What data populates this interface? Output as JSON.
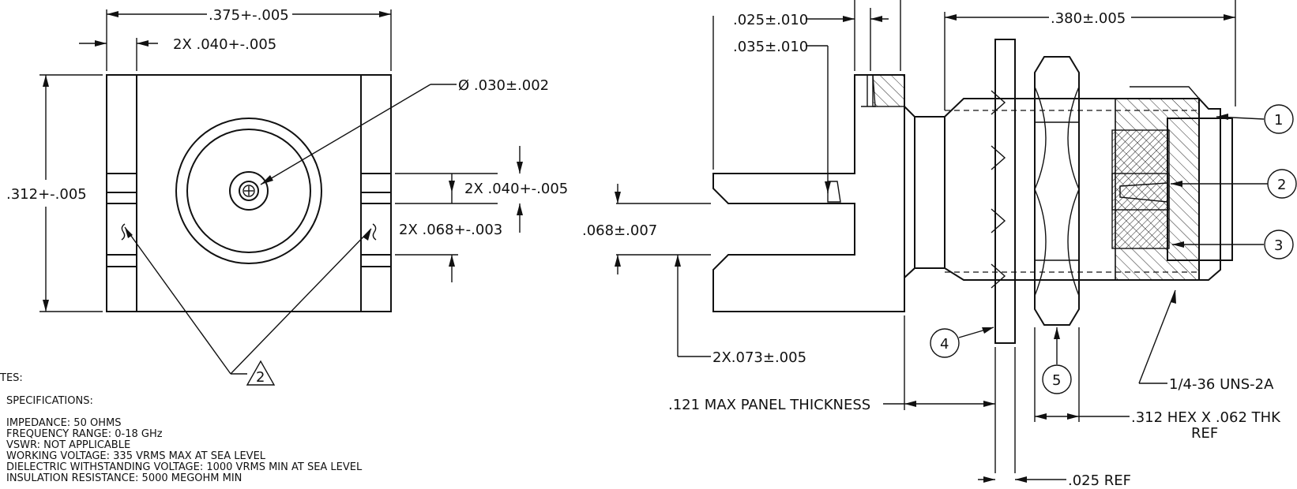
{
  "dimensions": {
    "overall_width": ".375+-.005",
    "slot_2x_040": "2X  .040+-.005",
    "diameter": "Ø .030±.002",
    "height_312": ".312+-.005",
    "right_2x_040": "2X  .040+-.005",
    "right_2x_068": "2X  .068+-.003",
    "d_025": ".025±.010",
    "d_035": ".035±.010",
    "d_380": ".380±.005",
    "d_068": ".068±.007",
    "d_073": "2X.073±.005",
    "panel": ".121 MAX  PANEL  THICKNESS",
    "hex": ".312  HEX  X  .062  THK",
    "hex_ref": "REF",
    "thread": "1/4-36  UNS-2A",
    "ref025": ".025 REF"
  },
  "balloons": [
    "1",
    "2",
    "3",
    "4",
    "5"
  ],
  "flag_note": "2",
  "notes": {
    "heading": "TES:",
    "spec_heading": "SPECIFICATIONS:",
    "lines": [
      "IMPEDANCE: 50 OHMS",
      "FREQUENCY RANGE: 0-18 GHz",
      "VSWR: NOT APPLICABLE",
      "WORKING VOLTAGE: 335 VRMS MAX AT SEA LEVEL",
      "DIELECTRIC WITHSTANDING VOLTAGE: 1000 VRMS MIN AT SEA LEVEL",
      "INSULATION RESISTANCE: 5000 MEGOHM MIN"
    ]
  }
}
